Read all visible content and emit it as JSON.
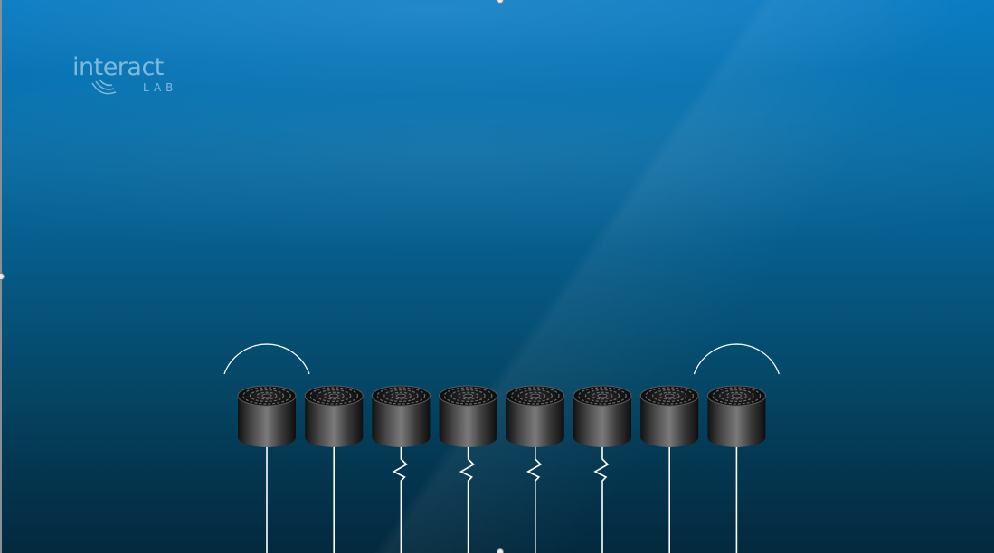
{
  "logo": {
    "name": "interact",
    "sub": "LAB",
    "color": "#7fb9dc"
  },
  "transducers": [
    {
      "id": 1,
      "wire": "straight",
      "wave": true
    },
    {
      "id": 2,
      "wire": "straight",
      "wave": false
    },
    {
      "id": 3,
      "wire": "zigzag",
      "wave": false
    },
    {
      "id": 4,
      "wire": "zigzag",
      "wave": false
    },
    {
      "id": 5,
      "wire": "zigzag",
      "wave": false
    },
    {
      "id": 6,
      "wire": "zigzag",
      "wave": false
    },
    {
      "id": 7,
      "wire": "straight",
      "wave": false
    },
    {
      "id": 8,
      "wire": "straight",
      "wave": true
    }
  ],
  "colors": {
    "wire": "#ffffff",
    "body_dark": "#1a1a1a",
    "body_light": "#6a6a6a"
  }
}
